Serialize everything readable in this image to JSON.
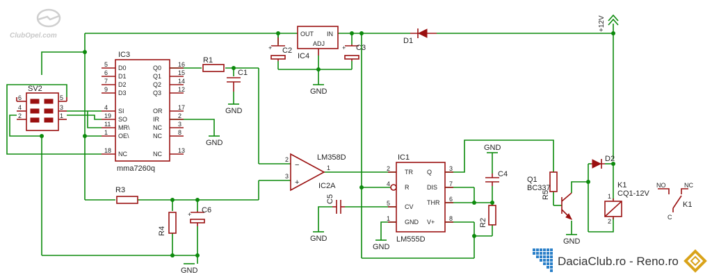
{
  "logo_left": {
    "text": "ClubOpel.com"
  },
  "logo_right": {
    "text": "DaciaClub.ro - Reno.ro"
  },
  "supply": {
    "label": "+12V"
  },
  "gnd": "GND",
  "components": {
    "ic3": {
      "ref": "IC3",
      "value": "mma7260q",
      "left_pins": [
        [
          "5",
          "D0"
        ],
        [
          "6",
          "D1"
        ],
        [
          "7",
          "D2"
        ],
        [
          "9",
          "D3"
        ],
        [
          "4",
          "SI"
        ],
        [
          "19",
          "SO"
        ],
        [
          "11",
          "MR\\"
        ],
        [
          "1",
          "OE\\"
        ],
        [
          "18",
          "NC"
        ]
      ],
      "right_pins": [
        [
          "16",
          "Q0"
        ],
        [
          "15",
          "Q1"
        ],
        [
          "14",
          "Q2"
        ],
        [
          "12",
          "Q3"
        ],
        [
          "17",
          "OR"
        ],
        [
          "2",
          "IR"
        ],
        [
          "3",
          "NC"
        ],
        [
          "8",
          "NC"
        ],
        [
          "13",
          "NC"
        ]
      ]
    },
    "ic4": {
      "ref": "IC4",
      "pins": [
        "OUT",
        "IN",
        "ADJ"
      ]
    },
    "ic1": {
      "ref": "IC1",
      "value": "LM555D",
      "left_pins": [
        [
          "2",
          "TR"
        ],
        [
          "4",
          "R"
        ],
        [
          "5",
          "CV"
        ],
        [
          "1",
          "GND"
        ]
      ],
      "right_pins": [
        [
          "3",
          "Q"
        ],
        [
          "7",
          "DIS"
        ],
        [
          "6",
          "THR"
        ],
        [
          "8",
          "V+"
        ]
      ]
    },
    "ic2a": {
      "ref": "IC2A",
      "value": "LM358D",
      "pins": [
        "2",
        "3",
        "1"
      ]
    },
    "sv2": {
      "ref": "SV2",
      "pins": [
        "6",
        "5",
        "4",
        "3",
        "2",
        "1"
      ]
    },
    "q1": {
      "ref": "Q1",
      "value": "BC337"
    },
    "k1": {
      "ref": "K1",
      "value": "CQ1-12V",
      "contacts": [
        "NO",
        "NC",
        "C"
      ],
      "pins": [
        "1",
        "2"
      ],
      "contact_ref": "K1"
    },
    "r1": "R1",
    "r2": "R2",
    "r3": "R3",
    "r4": "R4",
    "r5": "R5",
    "c1": "C1",
    "c2": "C2",
    "c3": "C3",
    "c4": "C4",
    "c5": "C5",
    "c6": "C6",
    "d1": "D1",
    "d2": "D2"
  }
}
